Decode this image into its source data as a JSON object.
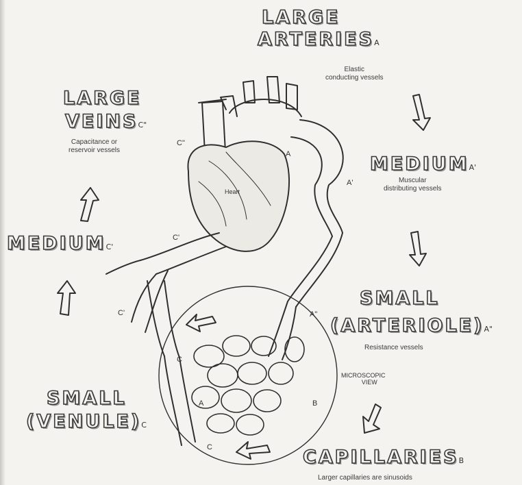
{
  "labels": {
    "large_arteries": {
      "line1": "LARGE",
      "line2": "ARTERIES",
      "mark": "A",
      "desc1": "Elastic",
      "desc2": "conducting vessels"
    },
    "medium_arteries": {
      "title": "MEDIUM",
      "mark": "A'",
      "desc1": "Muscular",
      "desc2": "distributing vessels"
    },
    "small_arterioles": {
      "line1": "SMALL",
      "line2": "(ARTERIOLE)",
      "mark": "A\"",
      "desc": "Resistance vessels"
    },
    "capillaries": {
      "title": "CAPILLARIES",
      "mark": "B",
      "desc": "Larger capillaries are sinusoids"
    },
    "small_venules": {
      "line1": "SMALL",
      "line2": "(VENULE)",
      "mark": "C"
    },
    "medium_veins": {
      "title": "MEDIUM",
      "mark": "C'"
    },
    "large_veins": {
      "line1": "LARGE",
      "line2": "VEINS",
      "mark": "C\"",
      "desc1": "Capacitance or",
      "desc2": "reservoir vessels"
    }
  },
  "heart_label": "Heart",
  "microscopic_view": {
    "line1": "MICROSCOPIC",
    "line2": "VIEW"
  },
  "diagram_marks": {
    "aorta": "A",
    "medium_artery": "A'",
    "arteriole": "A\"",
    "capillary": "B",
    "venule_top": "C",
    "venule_bottom": "C",
    "venule_box": "A",
    "medium_vein": "C'",
    "medium_vein_lower": "C'",
    "large_vein": "C\""
  }
}
